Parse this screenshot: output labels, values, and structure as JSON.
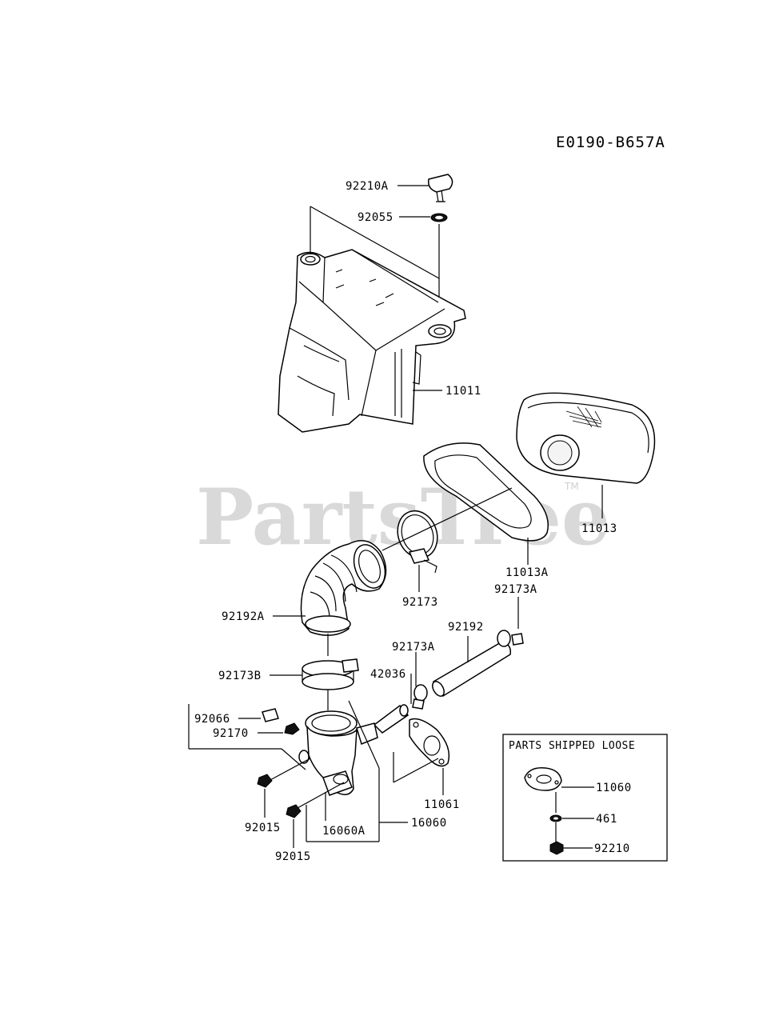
{
  "diagram_code": "E0190-B657A",
  "watermark": {
    "text": "PartsTree",
    "trademark": "TM"
  },
  "parts": {
    "p92210A": "92210A",
    "p92055": "92055",
    "p11011": "11011",
    "p11013": "11013",
    "p11013A": "11013A",
    "p92173": "92173",
    "p92173A_right": "92173A",
    "p92192A": "92192A",
    "p92192": "92192",
    "p92173A_left": "92173A",
    "p42036": "42036",
    "p92173B": "92173B",
    "p92066": "92066",
    "p92170": "92170",
    "p92015_a": "92015",
    "p92015_b": "92015",
    "p16060A": "16060A",
    "p16060": "16060",
    "p11061": "11061"
  },
  "loose_box": {
    "title": "PARTS SHIPPED LOOSE",
    "items": [
      "11060",
      "461",
      "92210"
    ]
  }
}
